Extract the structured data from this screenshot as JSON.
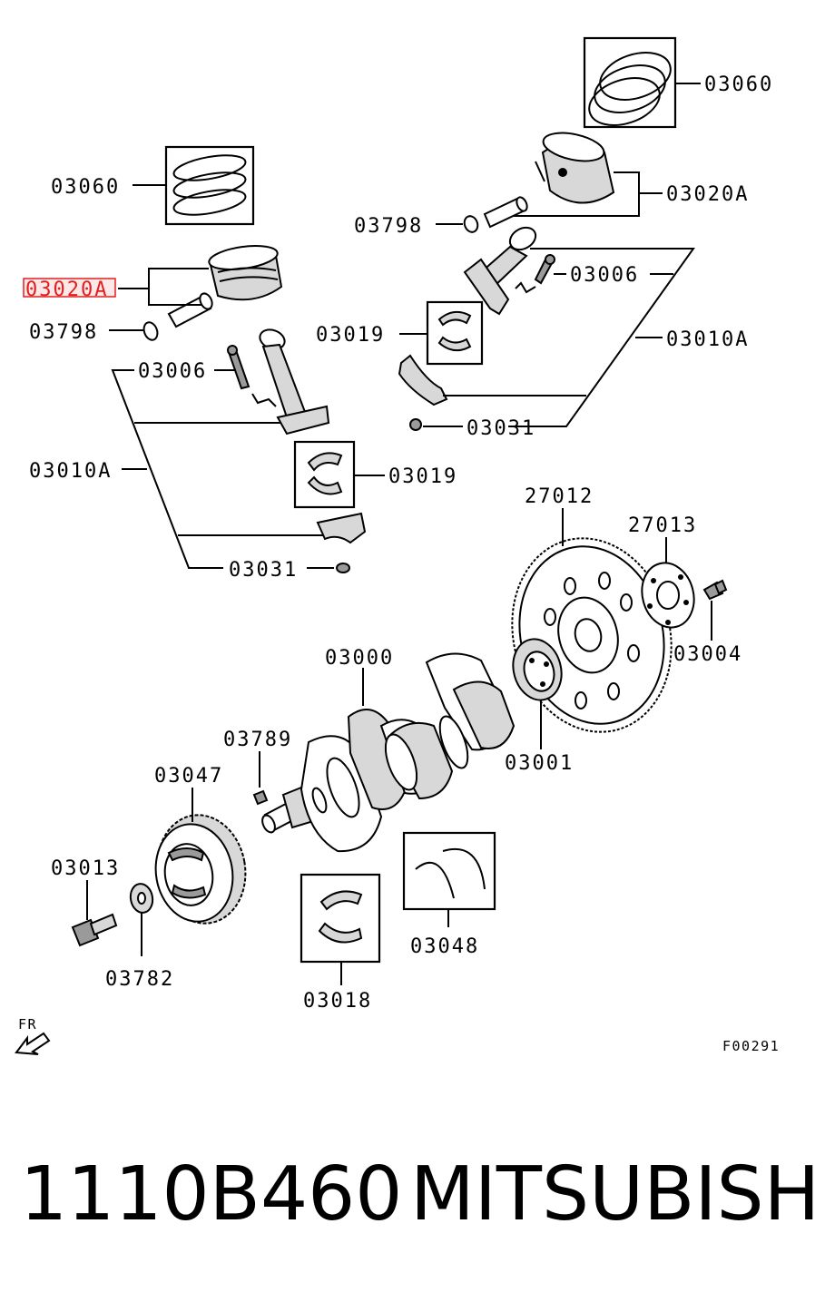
{
  "labels": {
    "rings_right": "03060",
    "rings_left": "03060",
    "piston_right": "03020A",
    "piston_left": "03020A",
    "pin_ring_right": "03798",
    "pin_ring_left": "03798",
    "bolt_right": "03006",
    "bolt_left": "03006",
    "rod_assy_right": "03010A",
    "rod_assy_left": "03010A",
    "rod_bearing_right": "03019",
    "rod_bearing_left": "03019",
    "nut_right": "03031",
    "nut_left": "03031",
    "drive_plate": "27012",
    "adapter_plate": "27013",
    "plate_bolt": "03004",
    "crankshaft": "03000",
    "crank_adapter": "03001",
    "key": "03789",
    "damper_pulley": "03047",
    "pulley_bolt": "03013",
    "washer": "03782",
    "main_bearing": "03018",
    "thrust_bearing": "03048",
    "front_indicator": "FR",
    "figure_code": "F00291"
  },
  "highlight_color": "#e02020",
  "footer": {
    "part_number": "1110B460",
    "brand": "MITSUBISHI"
  }
}
